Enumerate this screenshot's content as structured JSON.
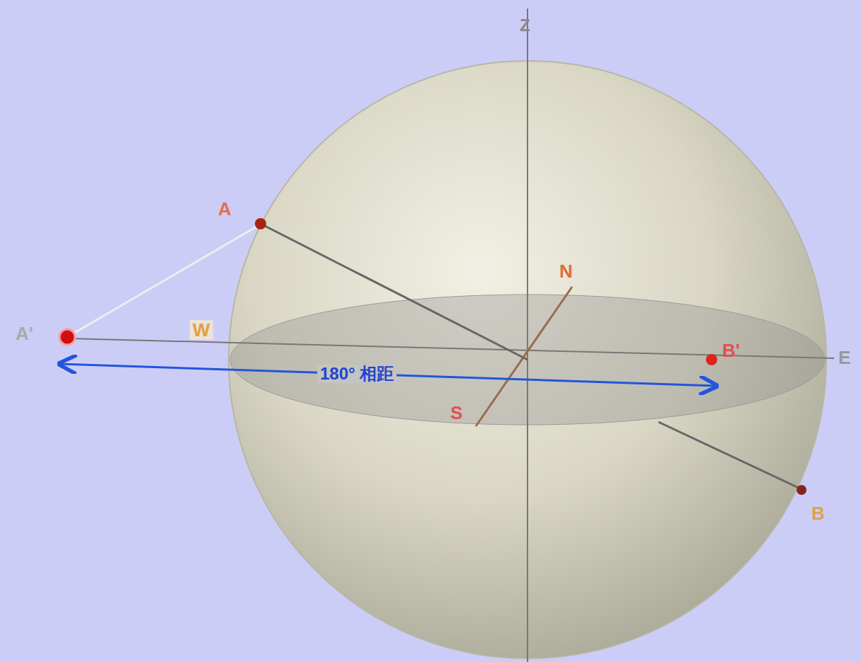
{
  "diagram": {
    "labels": [
      "Z",
      "A",
      "A'",
      "W",
      "N",
      "E",
      "S",
      "B'",
      "B",
      "180° 相距"
    ]
  }
}
